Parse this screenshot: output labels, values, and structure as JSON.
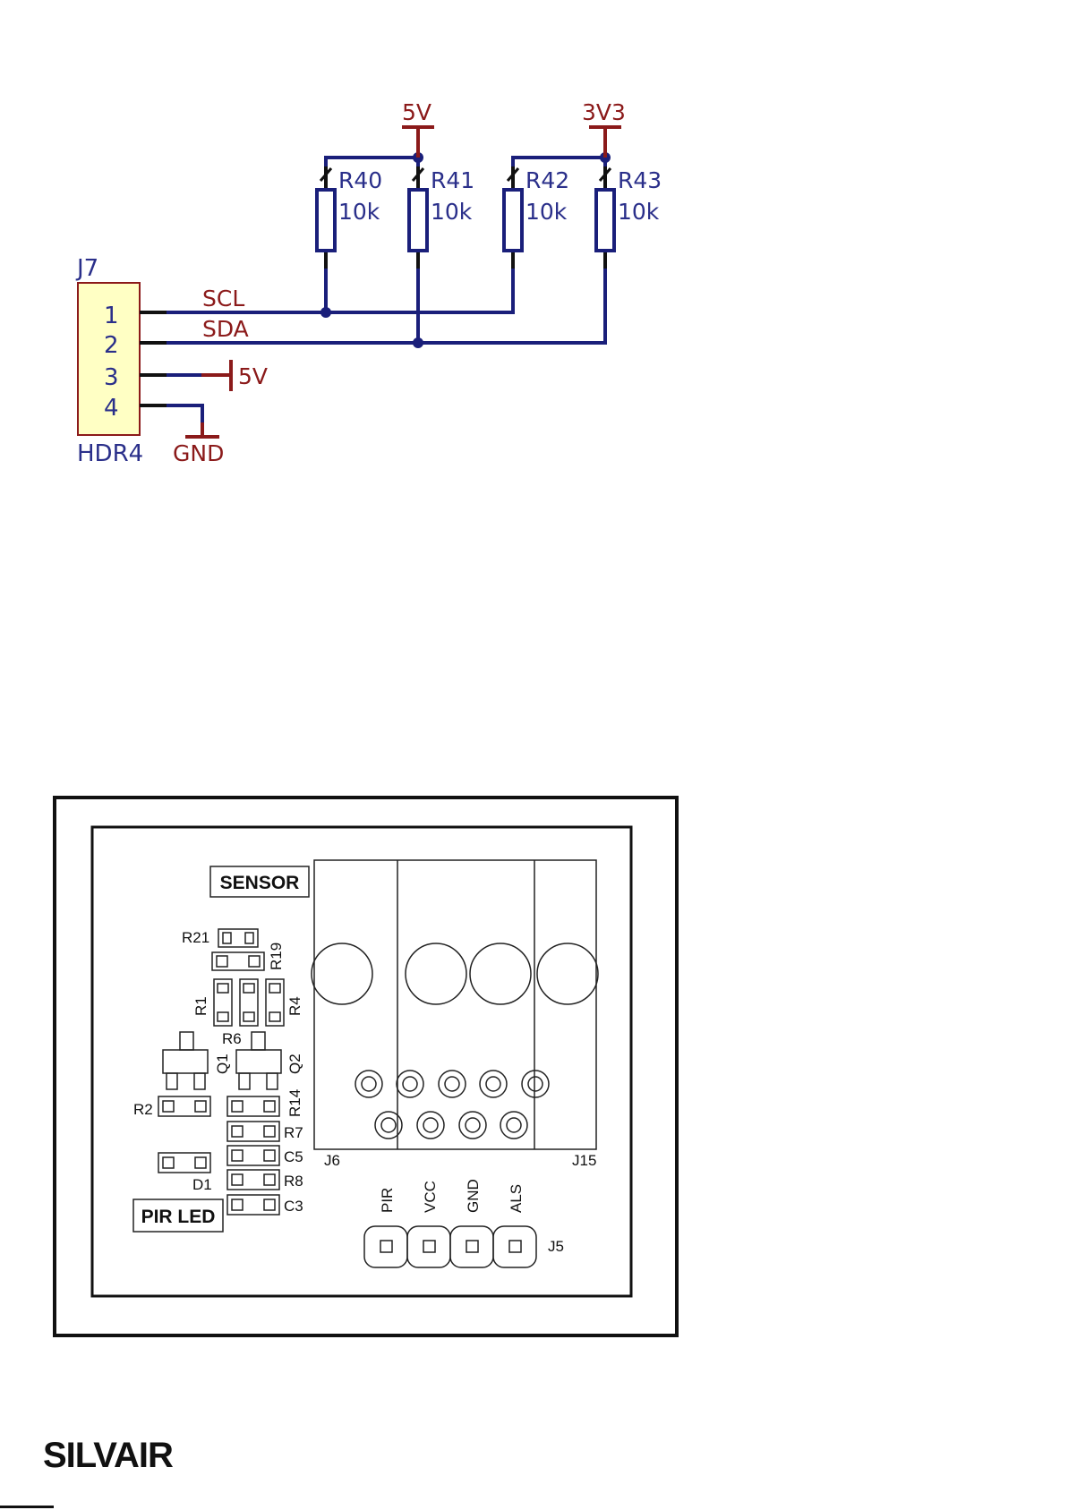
{
  "schematic": {
    "connector": {
      "ref": "J7",
      "value": "HDR4",
      "pins": [
        "1",
        "2",
        "3",
        "4"
      ]
    },
    "nets": {
      "scl": "SCL",
      "sda": "SDA"
    },
    "power": {
      "five_v_top": "5V",
      "three_v3": "3V3",
      "five_v_pin3": "5V",
      "gnd": "GND"
    },
    "resistors": [
      {
        "ref": "R40",
        "value": "10k"
      },
      {
        "ref": "R41",
        "value": "10k"
      },
      {
        "ref": "R42",
        "value": "10k"
      },
      {
        "ref": "R43",
        "value": "10k"
      }
    ],
    "colors": {
      "wire": "#1a1f7a",
      "power": "#8b1a1a",
      "label": "#2a2f8a",
      "body_fill": "#ffffc4",
      "body_stroke": "#8b1a1a"
    }
  },
  "pcb": {
    "labels": {
      "sensor": "SENSOR",
      "pir_led": "PIR LED",
      "j6": "J6",
      "j15": "J15",
      "j5": "J5"
    },
    "j5_pins": [
      "PIR",
      "VCC",
      "GND",
      "ALS"
    ],
    "components": {
      "r21": "R21",
      "r19": "R19",
      "r1": "R1",
      "r4": "R4",
      "r6": "R6",
      "q1": "Q1",
      "q2": "Q2",
      "r2": "R2",
      "r14": "R14",
      "r7": "R7",
      "c5": "C5",
      "d1": "D1",
      "r8": "R8",
      "c3": "C3"
    }
  },
  "footer": {
    "brand": "SILVAIR"
  }
}
